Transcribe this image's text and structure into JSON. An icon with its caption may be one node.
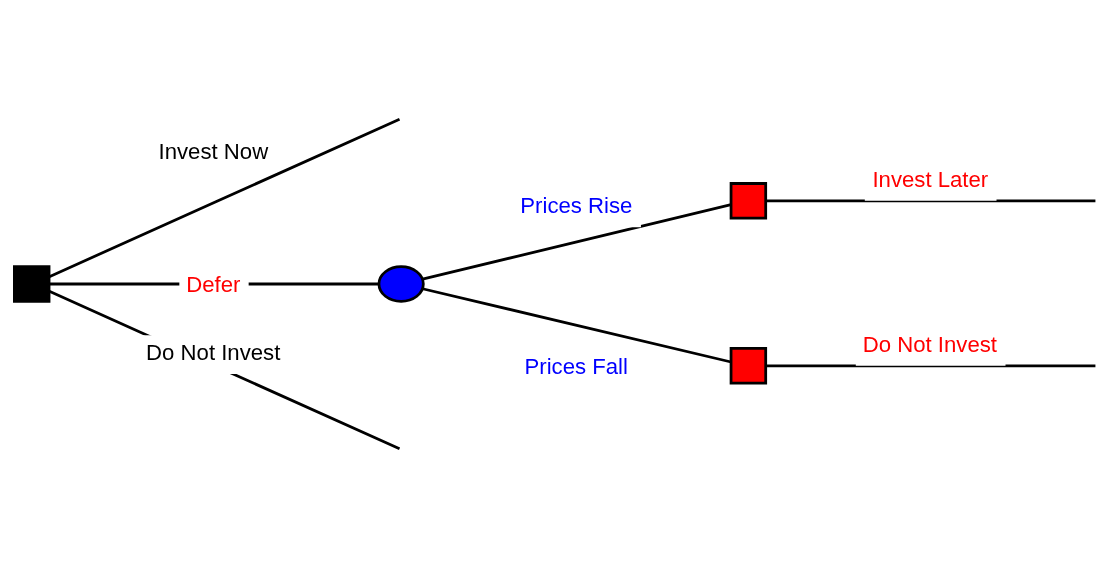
{
  "diagram": {
    "nodes": [
      {
        "text": [],
        "shape": "box"
      },
      {
        "text": [],
        "shape": "circle"
      },
      {
        "text": [],
        "shape": "box"
      },
      {
        "text": [],
        "shape": "box"
      }
    ],
    "edges": [
      {
        "from": 0,
        "to": null,
        "arrow": "none",
        "label": "Invest Now"
      },
      {
        "from": 0,
        "to": 1,
        "arrow": "none",
        "label": "Defer"
      },
      {
        "from": 0,
        "to": null,
        "arrow": "none",
        "label": "Do Not Invest"
      },
      {
        "from": 1,
        "to": 2,
        "arrow": "none",
        "label": "Prices Rise"
      },
      {
        "from": 1,
        "to": 3,
        "arrow": "none",
        "label": "Prices Fall"
      },
      {
        "from": 2,
        "to": null,
        "arrow": "none",
        "label": "Invest Later"
      },
      {
        "from": 3,
        "to": null,
        "arrow": "none",
        "label": "Do Not Invest"
      }
    ]
  }
}
